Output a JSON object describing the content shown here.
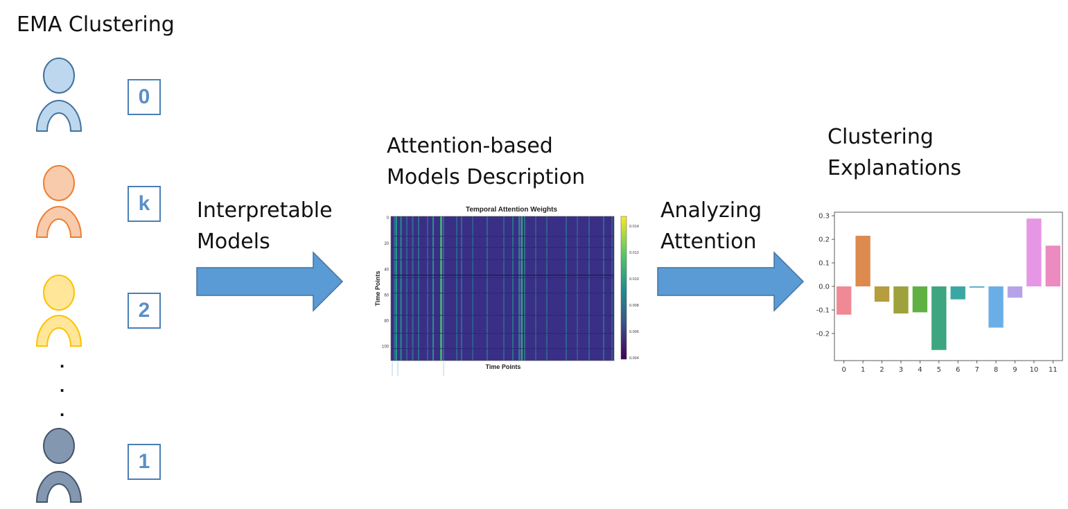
{
  "title": "EMA Clustering",
  "clusters": [
    {
      "label": "0",
      "fill": "#bdd7ee",
      "stroke": "#41719c"
    },
    {
      "label": "k",
      "fill": "#f8cbad",
      "stroke": "#ed7d31"
    },
    {
      "label": "2",
      "fill": "#ffe699",
      "stroke": "#ffc000"
    },
    {
      "label": "1",
      "fill": "#8497b0",
      "stroke": "#44546a"
    }
  ],
  "ellipsis": ".",
  "arrow1": {
    "line1": "Interpretable",
    "line2": "Models"
  },
  "heatmap_section": {
    "line1": "Attention-based",
    "line2": "Models Description"
  },
  "arrow2": {
    "line1": "Analyzing",
    "line2": "Attention"
  },
  "explanations_section": {
    "line1": "Clustering",
    "line2": "Explanations"
  },
  "arrow_color": "#5b9bd5",
  "heatmap": {
    "title": "Temporal Attention Weights",
    "xlabel": "Time Points",
    "ylabel": "Time Points",
    "yticks": [
      "0",
      "20",
      "40",
      "60",
      "80",
      "100"
    ],
    "colorbar_ticks": [
      "0.014",
      "0.012",
      "0.010",
      "0.008",
      "0.006",
      "0.004"
    ]
  },
  "chart_data": {
    "type": "bar",
    "categories": [
      "0",
      "1",
      "2",
      "3",
      "4",
      "5",
      "6",
      "7",
      "8",
      "9",
      "10",
      "11"
    ],
    "values": [
      -0.12,
      0.215,
      -0.065,
      -0.115,
      -0.11,
      -0.27,
      -0.055,
      -0.005,
      -0.175,
      -0.048,
      0.288,
      0.173
    ],
    "colors": [
      "#ef8a94",
      "#dd8a4e",
      "#b69d3d",
      "#9fa23c",
      "#5fb144",
      "#3da57f",
      "#3ba7a2",
      "#3ea5c5",
      "#6aaee8",
      "#b7a2ea",
      "#e597e6",
      "#eb8bc0"
    ],
    "yticks": [
      "0.3",
      "0.2",
      "0.1",
      "0.0",
      "-0.1",
      "-0.2"
    ],
    "ylim": [
      -0.3,
      0.3
    ]
  }
}
